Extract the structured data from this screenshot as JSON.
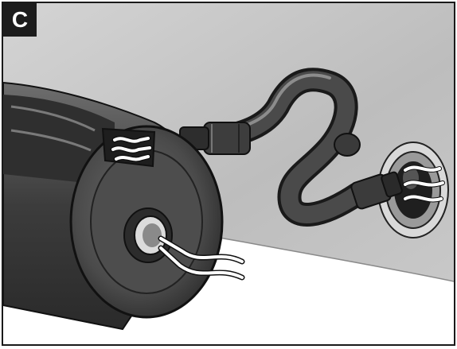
{
  "panel": {
    "label": "C"
  },
  "colors": {
    "border": "#1a1a1a",
    "wall": "#c9c9c9",
    "wall_light": "#e6e6e6",
    "floor": "#ffffff",
    "device_dark": "#3a3a3a",
    "device_mid": "#5a5a5a",
    "hose": "#2e2e2e",
    "airflow": "#ffffff"
  },
  "icons": [
    "air-pump-device",
    "flexible-hose",
    "valve-inlet",
    "airflow-arrows"
  ]
}
